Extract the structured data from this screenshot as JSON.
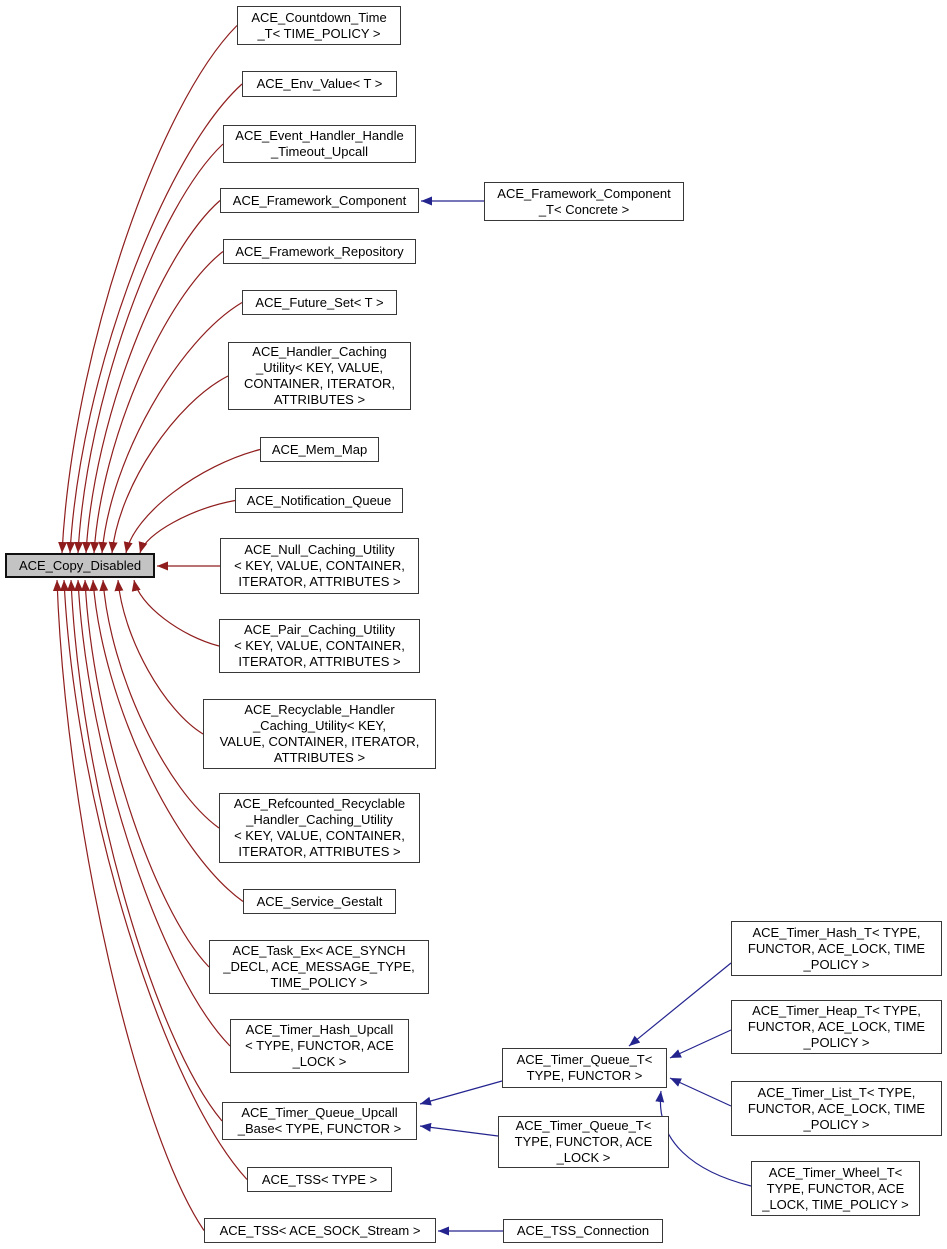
{
  "diagram": {
    "type": "class-inheritance-graph",
    "base_id": "copy_disabled",
    "colors": {
      "private_edge": "#8f1d1d",
      "public_edge": "#24248f",
      "base_fill": "#c3c3c3",
      "node_fill": "#ffffff",
      "node_border": "#383838",
      "text": "#000000"
    },
    "nodes": {
      "copy_disabled": {
        "label": "ACE_Copy_Disabled"
      },
      "countdown": {
        "label": "ACE_Countdown_Time\n_T< TIME_POLICY >"
      },
      "env_value": {
        "label": "ACE_Env_Value< T >"
      },
      "event_handler": {
        "label": "ACE_Event_Handler_Handle\n_Timeout_Upcall"
      },
      "framework_component": {
        "label": "ACE_Framework_Component"
      },
      "framework_repository": {
        "label": "ACE_Framework_Repository"
      },
      "future_set": {
        "label": "ACE_Future_Set< T >"
      },
      "handler_caching": {
        "label": "ACE_Handler_Caching\n_Utility< KEY, VALUE,\nCONTAINER, ITERATOR,\nATTRIBUTES >"
      },
      "mem_map": {
        "label": "ACE_Mem_Map"
      },
      "notification_queue": {
        "label": "ACE_Notification_Queue"
      },
      "null_caching": {
        "label": "ACE_Null_Caching_Utility\n< KEY, VALUE, CONTAINER,\nITERATOR, ATTRIBUTES >"
      },
      "pair_caching": {
        "label": "ACE_Pair_Caching_Utility\n< KEY, VALUE, CONTAINER,\nITERATOR, ATTRIBUTES >"
      },
      "recyclable_handler": {
        "label": "ACE_Recyclable_Handler\n_Caching_Utility< KEY,\nVALUE, CONTAINER, ITERATOR,\nATTRIBUTES >"
      },
      "refcounted_recyclable": {
        "label": "ACE_Refcounted_Recyclable\n_Handler_Caching_Utility\n< KEY, VALUE, CONTAINER,\nITERATOR, ATTRIBUTES >"
      },
      "service_gestalt": {
        "label": "ACE_Service_Gestalt"
      },
      "task_ex": {
        "label": "ACE_Task_Ex< ACE_SYNCH\n_DECL, ACE_MESSAGE_TYPE,\nTIME_POLICY >"
      },
      "timer_hash_upcall": {
        "label": "ACE_Timer_Hash_Upcall\n< TYPE, FUNCTOR, ACE\n_LOCK >"
      },
      "timer_queue_upcall_base": {
        "label": "ACE_Timer_Queue_Upcall\n_Base< TYPE, FUNCTOR >"
      },
      "tss_type": {
        "label": "ACE_TSS< TYPE >"
      },
      "tss_sock_stream": {
        "label": "ACE_TSS< ACE_SOCK_Stream >"
      },
      "framework_component_t": {
        "label": "ACE_Framework_Component\n_T< Concrete >"
      },
      "timer_queue_t": {
        "label": "ACE_Timer_Queue_T<\nTYPE, FUNCTOR >"
      },
      "timer_queue_t_lock": {
        "label": "ACE_Timer_Queue_T<\nTYPE, FUNCTOR, ACE\n_LOCK >"
      },
      "tss_connection": {
        "label": "ACE_TSS_Connection"
      },
      "timer_hash_t": {
        "label": "ACE_Timer_Hash_T< TYPE,\nFUNCTOR, ACE_LOCK, TIME\n_POLICY >"
      },
      "timer_heap_t": {
        "label": "ACE_Timer_Heap_T< TYPE,\nFUNCTOR, ACE_LOCK, TIME\n_POLICY >"
      },
      "timer_list_t": {
        "label": "ACE_Timer_List_T< TYPE,\nFUNCTOR, ACE_LOCK, TIME\n_POLICY >"
      },
      "timer_wheel_t": {
        "label": "ACE_Timer_Wheel_T<\nTYPE, FUNCTOR, ACE\n_LOCK, TIME_POLICY >"
      }
    },
    "edges": {
      "derives_private": [
        "countdown",
        "env_value",
        "event_handler",
        "framework_component",
        "framework_repository",
        "future_set",
        "handler_caching",
        "mem_map",
        "notification_queue",
        "null_caching",
        "pair_caching",
        "recyclable_handler",
        "refcounted_recyclable",
        "service_gestalt",
        "task_ex",
        "timer_hash_upcall",
        "timer_queue_upcall_base",
        "tss_type",
        "tss_sock_stream"
      ],
      "derives_public": [
        {
          "from": "framework_component_t",
          "to": "framework_component"
        },
        {
          "from": "timer_hash_t",
          "to": "timer_queue_t"
        },
        {
          "from": "timer_heap_t",
          "to": "timer_queue_t"
        },
        {
          "from": "timer_list_t",
          "to": "timer_queue_t"
        },
        {
          "from": "timer_wheel_t",
          "to": "timer_queue_t"
        },
        {
          "from": "timer_queue_t",
          "to": "timer_queue_upcall_base"
        },
        {
          "from": "timer_queue_t_lock",
          "to": "timer_queue_upcall_base"
        },
        {
          "from": "tss_connection",
          "to": "tss_sock_stream"
        }
      ]
    }
  }
}
